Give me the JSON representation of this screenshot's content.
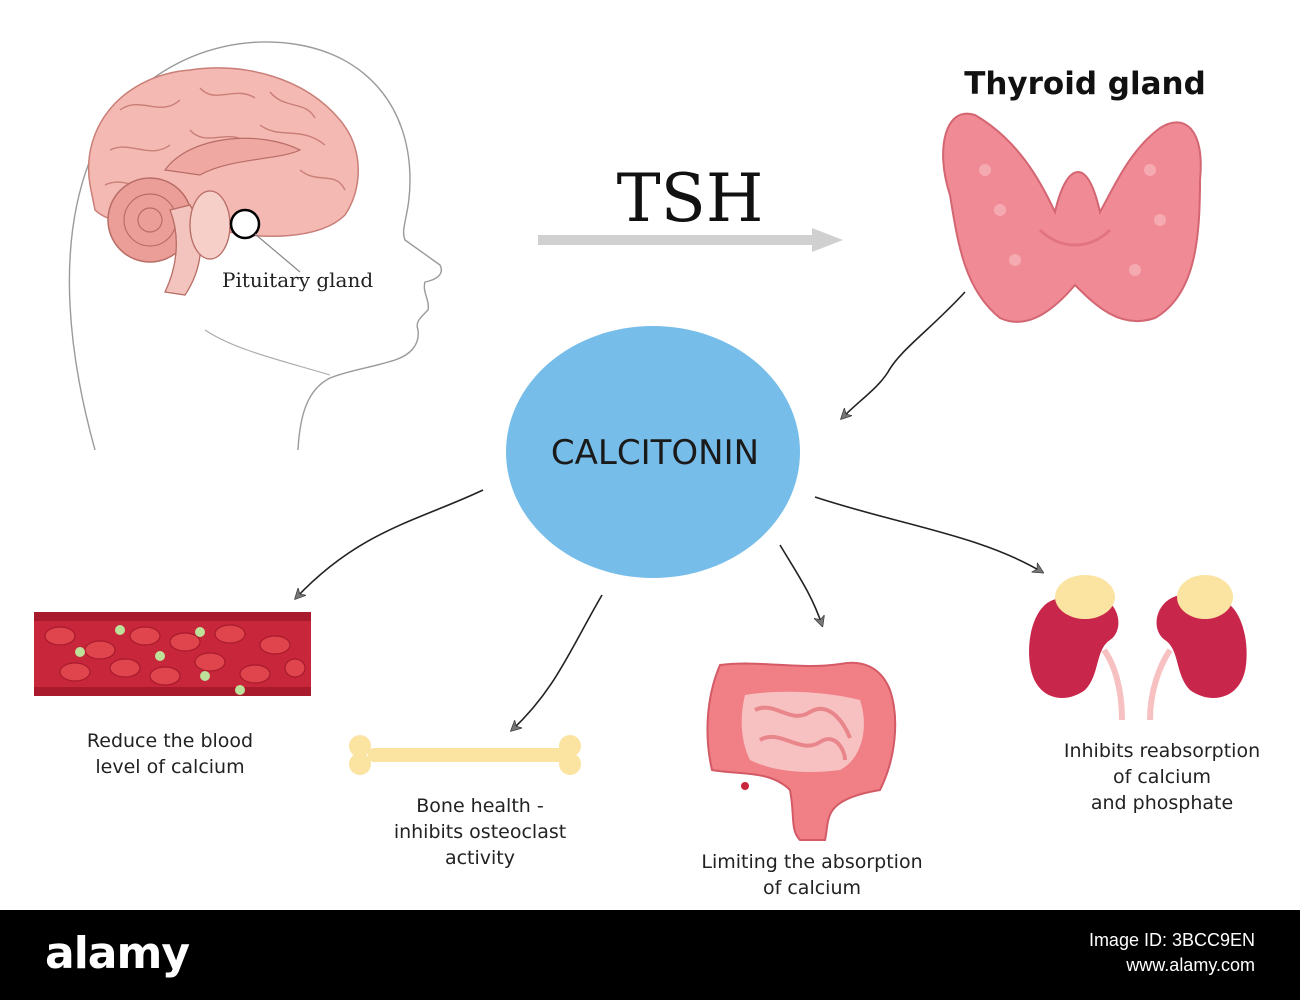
{
  "diagram": {
    "tsh_label": "TSH",
    "thyroid_label": "Thyroid gland",
    "pituitary_label": "Pituitary gland",
    "hormone_label": "CALCITONIN",
    "effects": {
      "blood": [
        "Reduce the blood",
        "level of calcium"
      ],
      "bone": [
        "Bone health -",
        "inhibits osteoclast",
        "activity"
      ],
      "intestine": [
        "Limiting the absorption",
        "of calcium"
      ],
      "kidney": [
        "Inhibits reabsorption",
        "of calcium",
        "and phosphate"
      ]
    },
    "colors": {
      "hormone_circle": "#77bde9",
      "brain": "#f4b9b3",
      "thyroid": "#f08a94",
      "blood_vessel": "#c8263a",
      "kidney": "#c8264a",
      "bone": "#fbe3a2",
      "intestine": "#f07f86"
    }
  },
  "footer": {
    "logo": "alamy",
    "image_id": "Image ID: 3BCC9EN",
    "site": "www.alamy.com"
  }
}
